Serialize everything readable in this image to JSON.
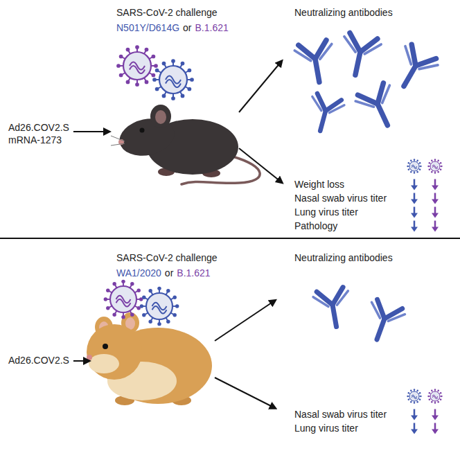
{
  "diagram": {
    "labels": [
      "SARS-CoV-2 challenge",
      "N501Y/D614G",
      "or",
      "B.1.621",
      "Ad26.COV2.S",
      "mRNA-1273",
      "Neutralizing antibodies",
      "Weight loss",
      "Nasal swab virus titer",
      "Lung virus titer",
      "Pathology",
      "SARS-CoV-2 challenge",
      "WA1/2020",
      "or",
      "B.1.621",
      "Ad26.COV2.S",
      "Neutralizing antibodies",
      "Nasal swab virus titer",
      "Lung virus titer"
    ]
  }
}
